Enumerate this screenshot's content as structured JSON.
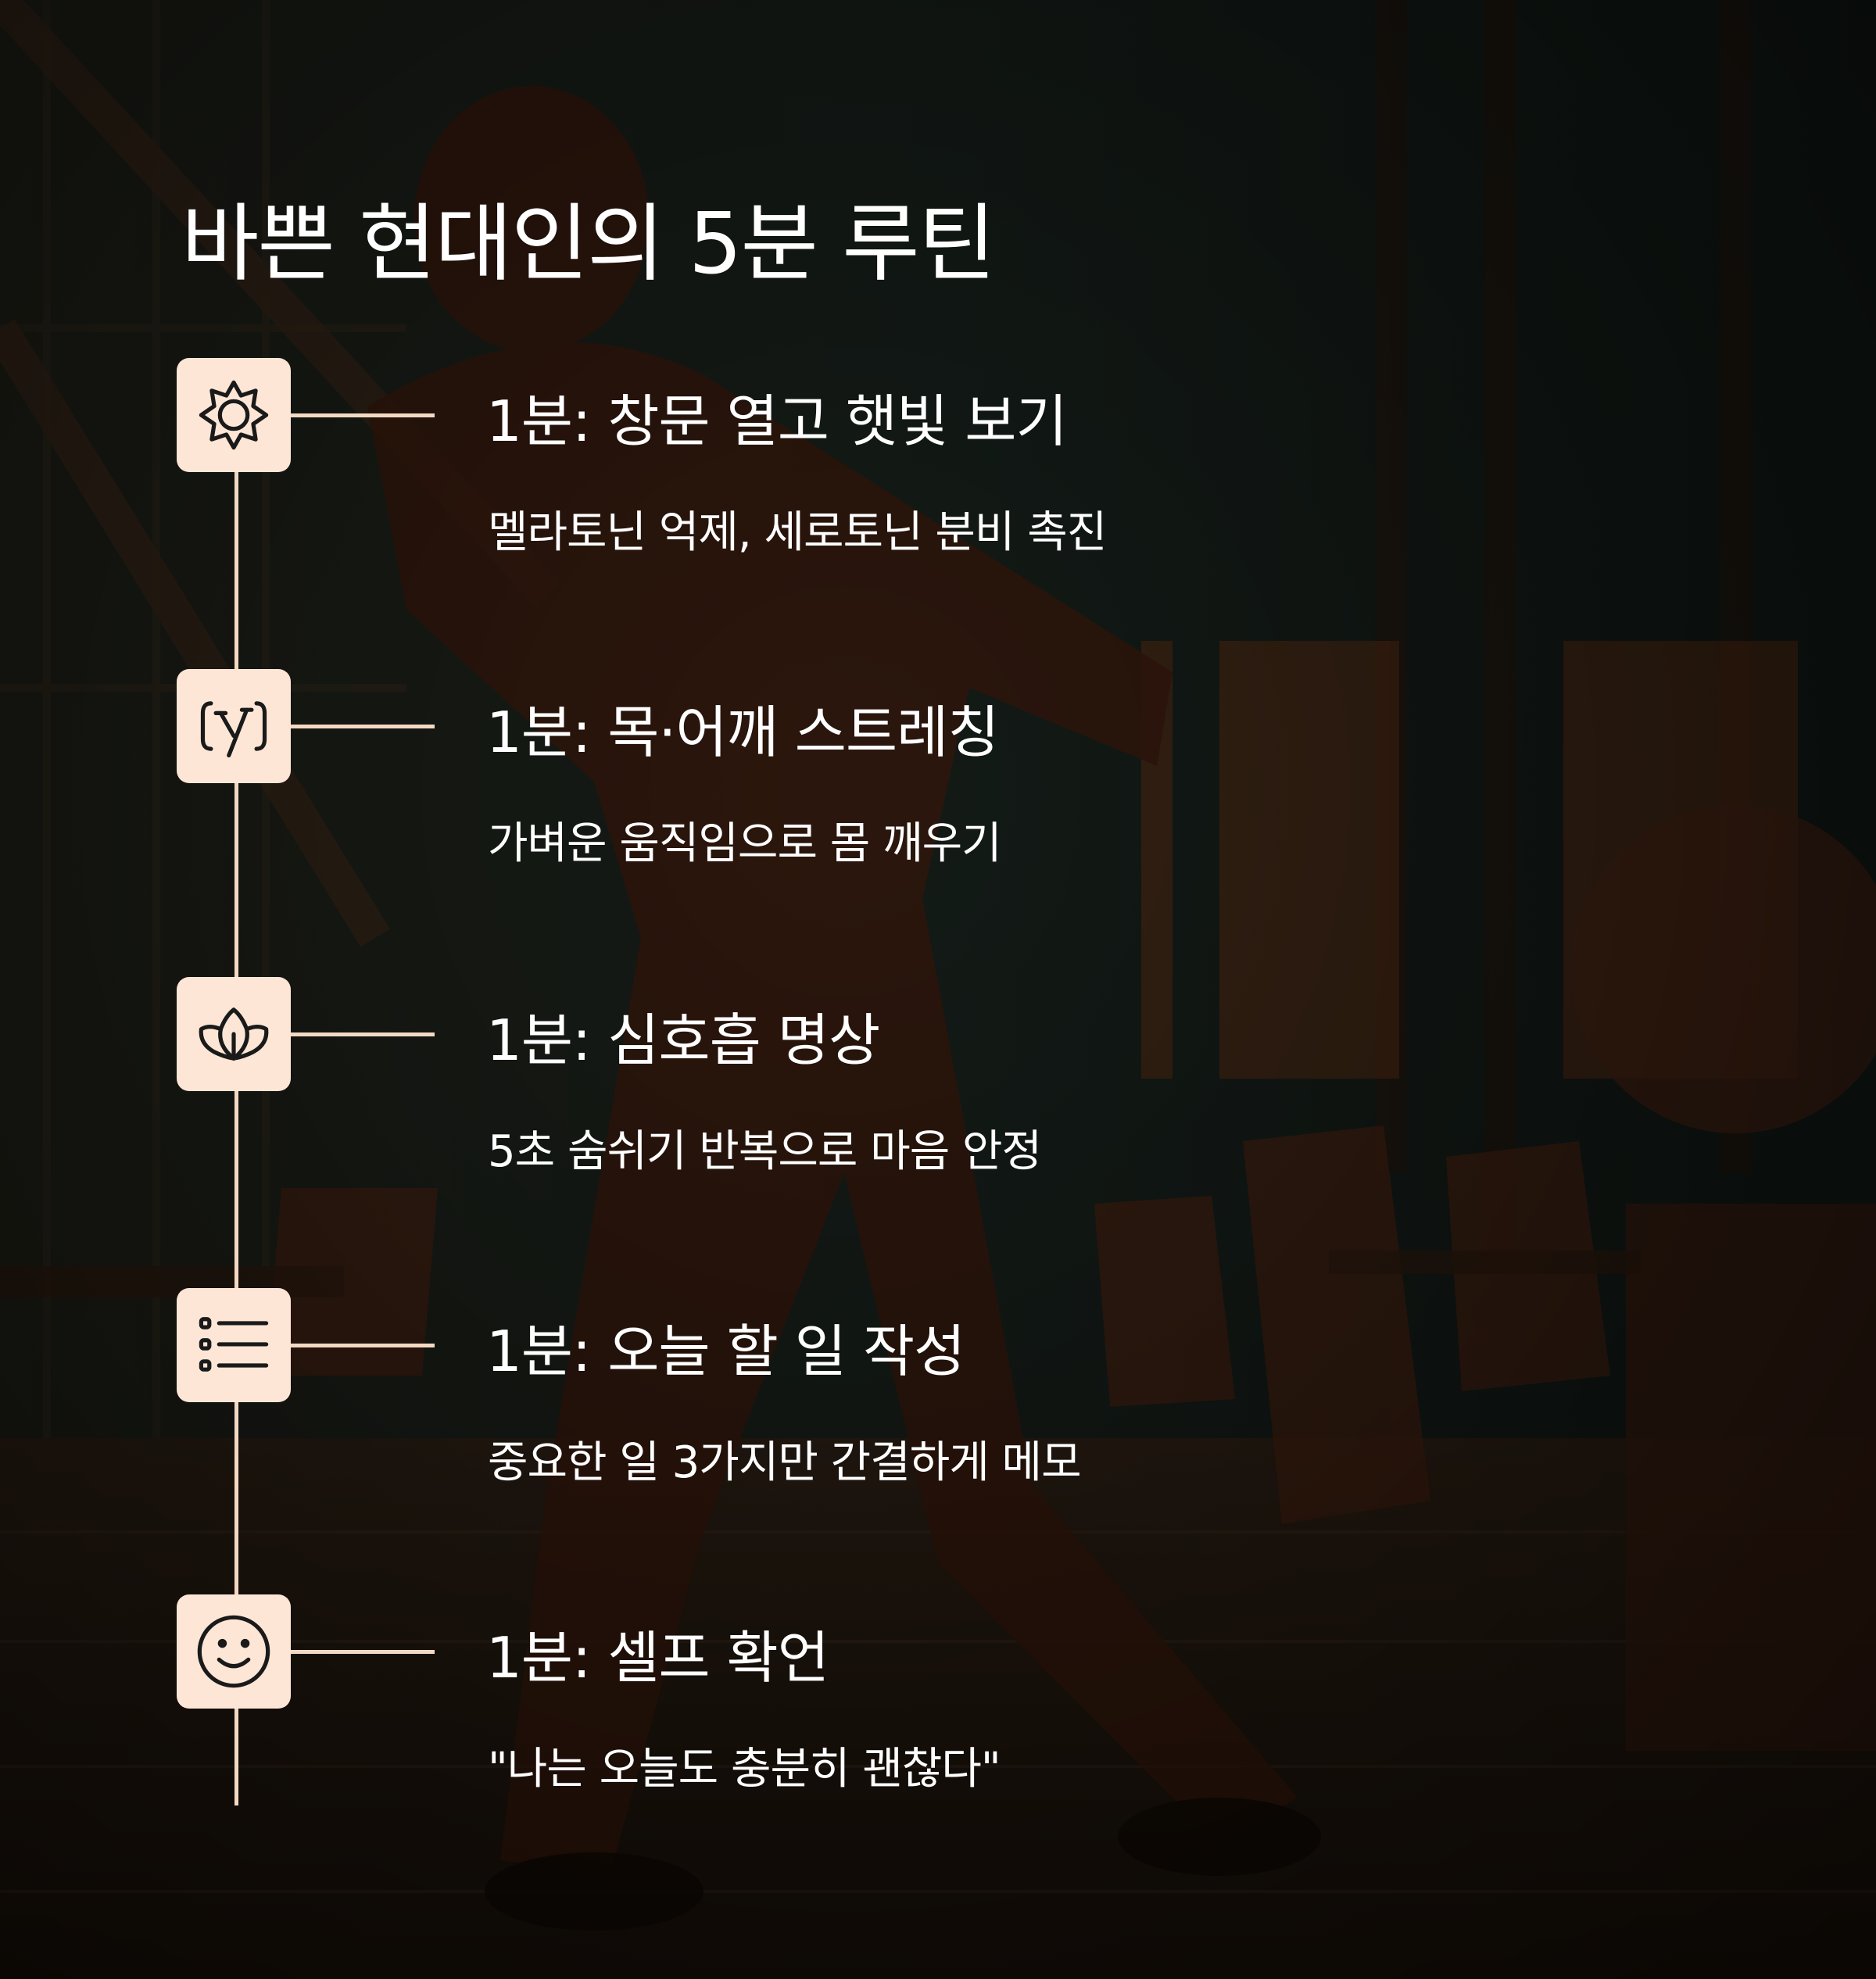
{
  "title": "바쁜 현대인의 5분 루틴",
  "colors": {
    "icon_bg": "#fde6d6",
    "line": "#f3d9c4",
    "text": "#ffffff",
    "icon_stroke": "#1a1a1a"
  },
  "background": {
    "description_icon": "illustrated-office-scene"
  },
  "steps": [
    {
      "icon": "sun-icon",
      "title": "1분: 창문 열고 햇빛 보기",
      "desc": "멜라토닌 억제, 세로토닌 분비 촉진"
    },
    {
      "icon": "yoga-icon",
      "title": "1분: 목·어깨 스트레칭",
      "desc": "가벼운 움직임으로 몸 깨우기"
    },
    {
      "icon": "lotus-icon",
      "title": "1분: 심호흡 명상",
      "desc": "5초 숨쉬기 반복으로 마음 안정"
    },
    {
      "icon": "checklist-icon",
      "title": "1분: 오늘 할 일 작성",
      "desc": "중요한 일 3가지만 간결하게 메모"
    },
    {
      "icon": "smiley-icon",
      "title": "1분: 셀프 확언",
      "desc": "\"나는 오늘도 충분히 괜찮다\""
    }
  ]
}
